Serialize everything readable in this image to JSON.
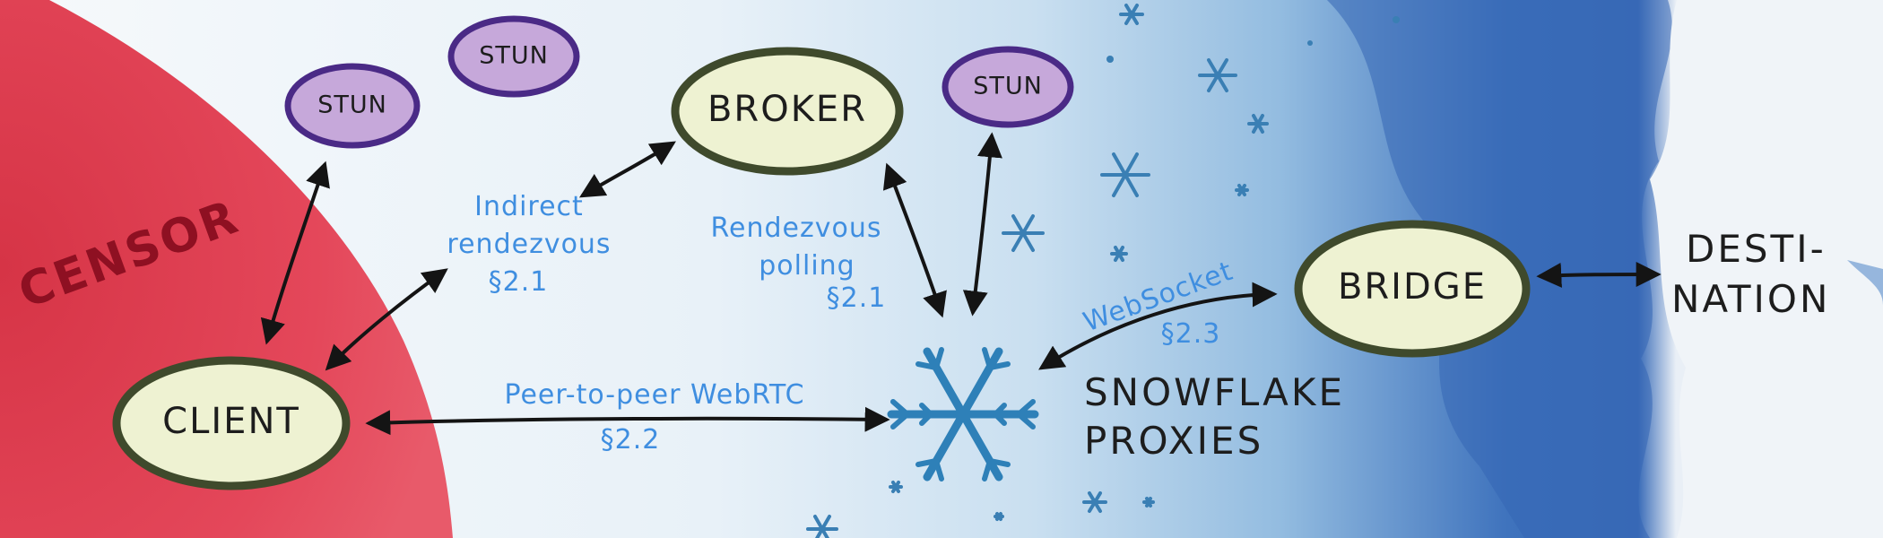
{
  "regions": {
    "censor": "CENSOR",
    "destination_line1": "DESTI-",
    "destination_line2": "NATION"
  },
  "nodes": {
    "stun_left": "STUN",
    "stun_center": "STUN",
    "stun_right": "STUN",
    "broker": "BROKER",
    "client": "CLIENT",
    "bridge": "BRIDGE",
    "proxies_line1": "SNOWFLAKE",
    "proxies_line2": "PROXIES"
  },
  "edges": {
    "indirect_rendezvous": {
      "line1": "Indirect",
      "line2": "rendezvous",
      "section": "§2.1"
    },
    "rendezvous_polling": {
      "line1": "Rendezvous",
      "line2": "polling",
      "section": "§2.1"
    },
    "peer_to_peer": {
      "line1": "Peer-to-peer WebRTC",
      "section": "§2.2"
    },
    "websocket": {
      "line1": "WebSocket",
      "section": "§2.3"
    }
  },
  "colors": {
    "censor_red": "#e0404f",
    "stun_purple": "#c6a8da",
    "stun_outline": "#4a2a86",
    "node_fill": "#eef2d2",
    "node_outline": "#3f4a2c",
    "label_blue": "#3f8ee0",
    "sky_blue": "#2f63b0",
    "snowflake_blue": "#2e80b8"
  }
}
